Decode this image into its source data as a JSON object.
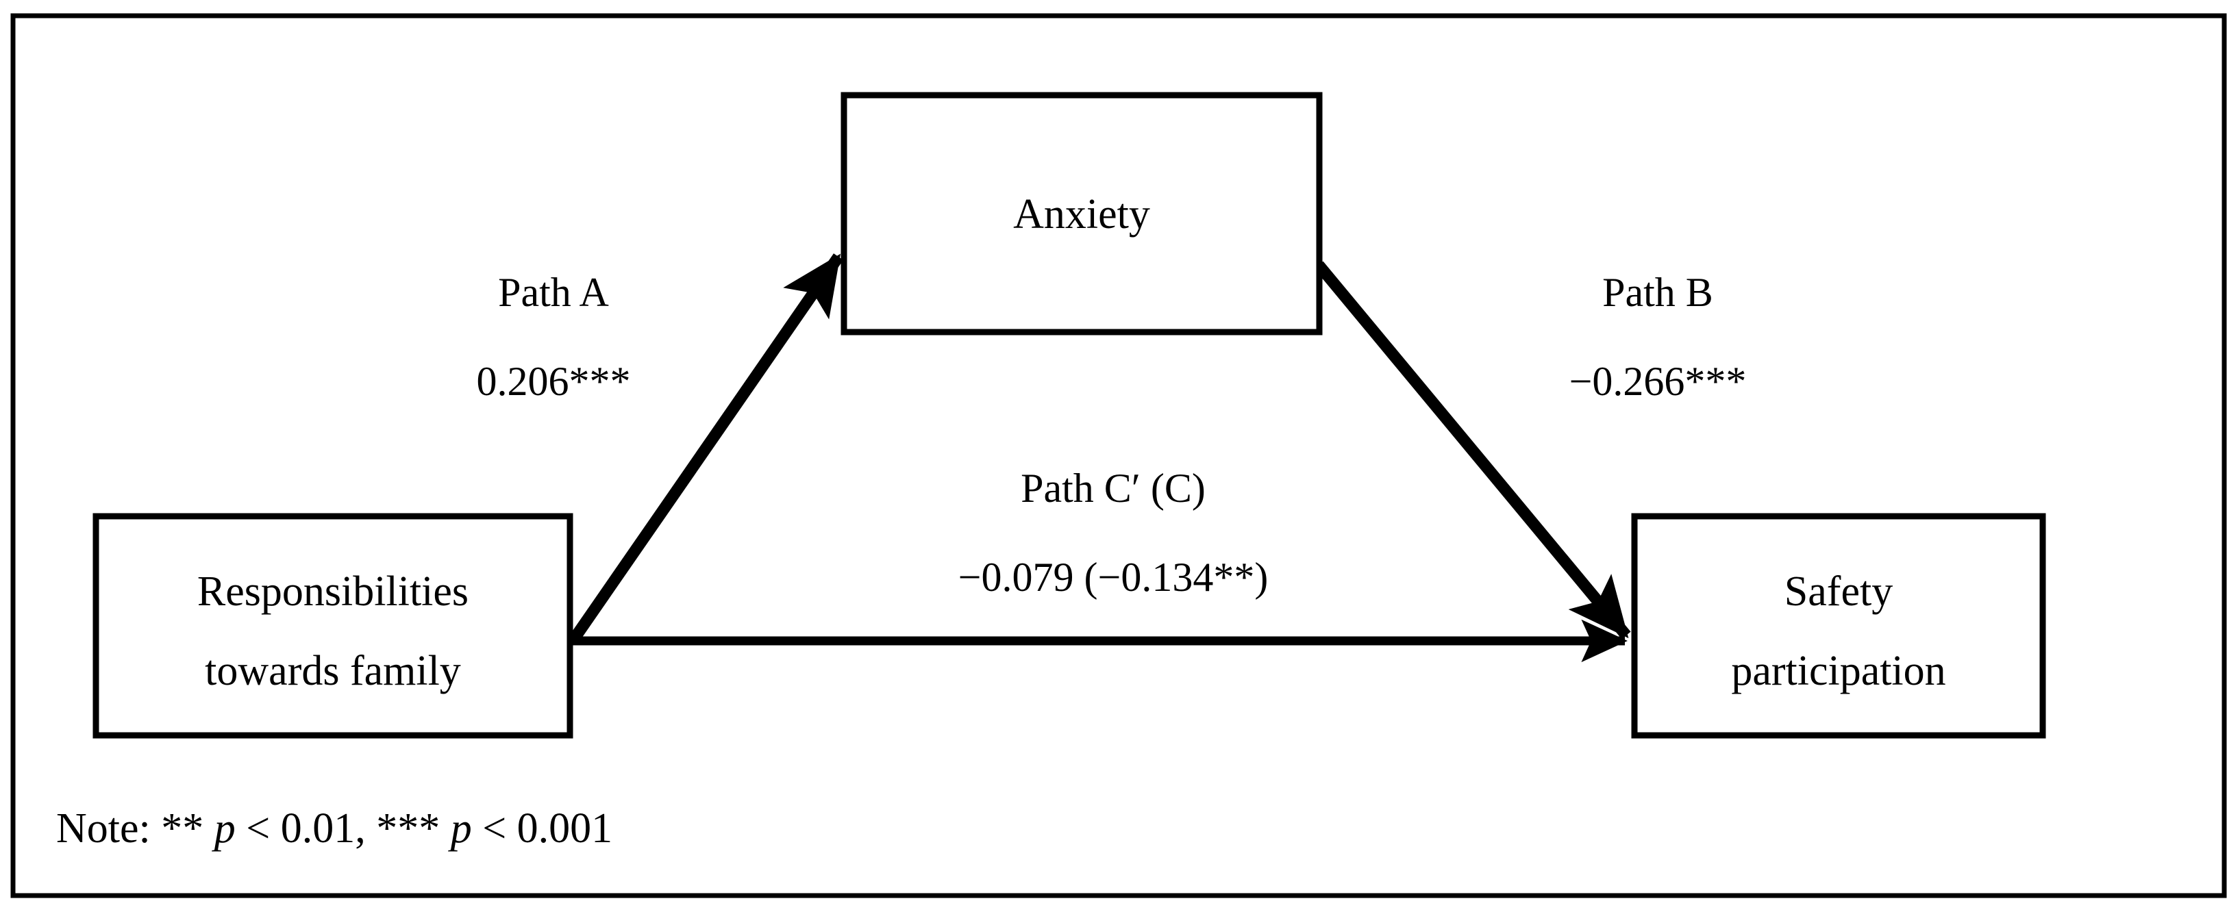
{
  "figure": {
    "type": "mediation-path-diagram",
    "border": true,
    "background_color": "#ffffff",
    "line_color": "#000000"
  },
  "nodes": {
    "predictor": {
      "id": "responsibilities",
      "line1": "Responsibilities",
      "line2": "towards family"
    },
    "mediator": {
      "id": "anxiety",
      "line1": "Anxiety",
      "line2": ""
    },
    "outcome": {
      "id": "safety_participation",
      "line1": "Safety",
      "line2": "participation"
    }
  },
  "edges": {
    "path_a": {
      "label": "Path A",
      "coefficient": "0.206***",
      "from": "responsibilities",
      "to": "anxiety"
    },
    "path_b": {
      "label": "Path B",
      "coefficient": "−0.266***",
      "from": "anxiety",
      "to": "safety_participation"
    },
    "path_c": {
      "label": "Path C′ (C)",
      "coefficient": "−0.079 (−0.134**)",
      "from": "responsibilities",
      "to": "safety_participation"
    }
  },
  "note": {
    "prefix": "Note: ** ",
    "p1": "p",
    "value1": " < 0.01, *** ",
    "p2": "p",
    "value2": " < 0.001"
  },
  "chart_data": {
    "type": "diagram",
    "title": "",
    "nodes": [
      "Responsibilities towards family",
      "Anxiety",
      "Safety participation"
    ],
    "edges": [
      {
        "name": "Path A",
        "from": "Responsibilities towards family",
        "to": "Anxiety",
        "value": 0.206,
        "significance": "***",
        "label": "0.206***"
      },
      {
        "name": "Path B",
        "from": "Anxiety",
        "to": "Safety participation",
        "value": -0.266,
        "significance": "***",
        "label": "−0.266***"
      },
      {
        "name": "Path C′",
        "from": "Responsibilities towards family",
        "to": "Safety participation",
        "value": -0.079,
        "significance": "",
        "label": "−0.079"
      },
      {
        "name": "Path C",
        "from": "Responsibilities towards family",
        "to": "Safety participation",
        "value": -0.134,
        "significance": "**",
        "label": "(−0.134**)"
      }
    ],
    "note": "Note: ** p < 0.01, *** p < 0.001"
  }
}
